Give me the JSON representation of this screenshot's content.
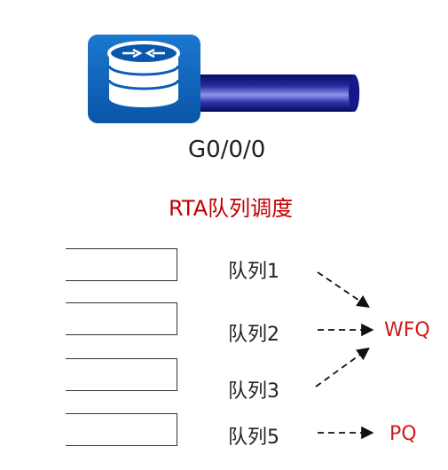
{
  "router": {
    "interface_label": "G0/0/0",
    "colors": {
      "router_tile": "#0c63b6",
      "link_dark": "#070a6a",
      "link_light": "#8e93ee"
    }
  },
  "diagram": {
    "title": "RTA队列调度",
    "queues": [
      {
        "label": "队列1"
      },
      {
        "label": "队列2"
      },
      {
        "label": "队列3"
      },
      {
        "label": "队列5"
      }
    ],
    "schedulers": [
      {
        "label": "WFQ"
      },
      {
        "label": "PQ"
      }
    ],
    "accent_color": "#c00000"
  }
}
